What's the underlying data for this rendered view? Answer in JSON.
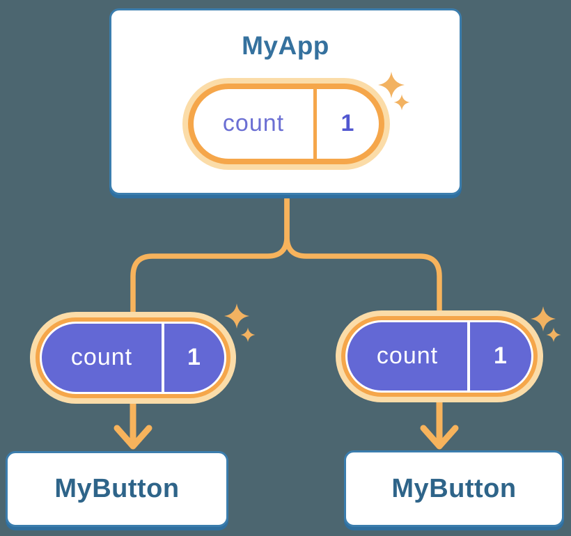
{
  "background_color": "#4C6670",
  "palette": {
    "bg": "#4C6670",
    "card-border": "#3B7DAD",
    "card-shadow": "#2F6F9F",
    "root-title": "#35719E",
    "leaf-title": "#2E6489",
    "orange-ring": "#F5A64A",
    "orange-halo": "#FBDCA8",
    "orange-line": "#F7B35C",
    "purple-fill": "#6368D5",
    "purple-text": "#6B6FD3",
    "purple-bold": "#5157D0",
    "sparkle": "#F2B261"
  },
  "tree": {
    "root": {
      "name": "MyApp",
      "state": {
        "label": "count",
        "value": "1"
      }
    },
    "children": [
      {
        "name": "MyButton",
        "state": {
          "label": "count",
          "value": "1"
        }
      },
      {
        "name": "MyButton",
        "state": {
          "label": "count",
          "value": "1"
        }
      }
    ]
  }
}
